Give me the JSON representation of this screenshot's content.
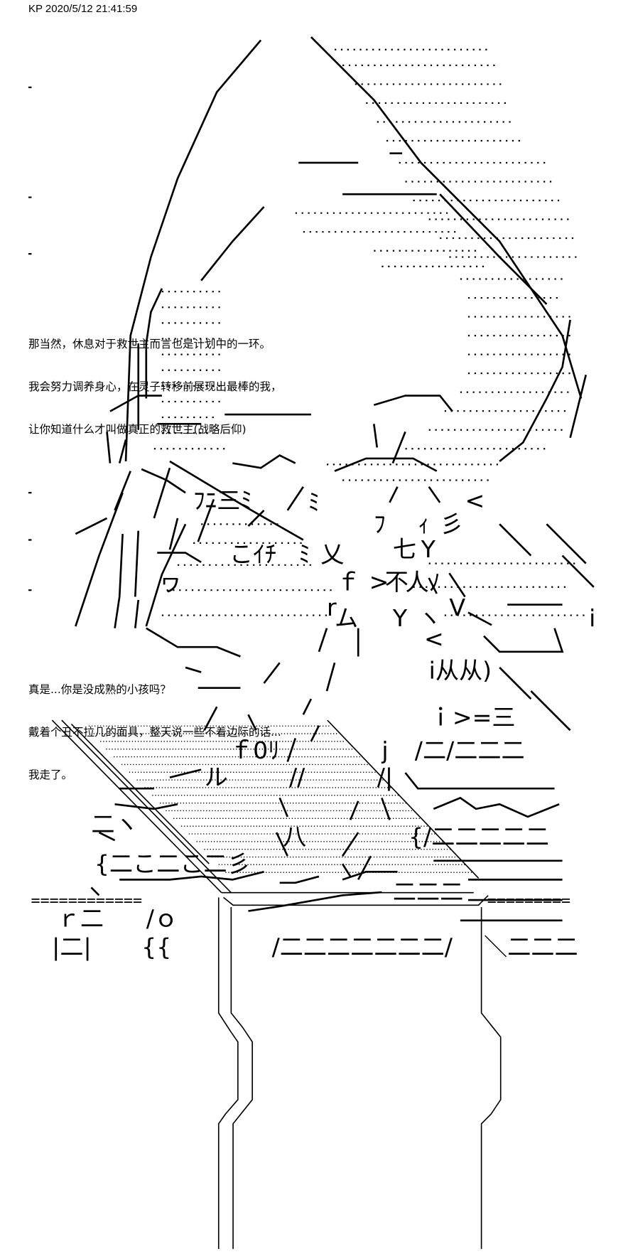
{
  "header": {
    "author": "KP",
    "timestamp": "2020/5/12 21:41:59"
  },
  "captions": {
    "first": [
      "那当然，休息对于救世主而言也是计划中的一环。",
      "我会努力调养身心，在灵子转移前展现出最棒的我，",
      "让你知道什么才叫做真正的救世主(战略后仰)"
    ],
    "second": [
      "真是...你是没成熟的小孩吗？",
      "戴着个丑不拉几的面具，整天说一些不着边际的话...",
      "我走了。"
    ]
  },
  "art": {
    "panel1_glyphs": [
      "ﾌﾆ三ﾐ",
      "ﾌ",
      "彡",
      "ｨ",
      "不",
      ">",
      "ム",
      "Y",
      "ヽ",
      "<",
      "i"
    ],
    "panel2_glyphs": [
      "ﾐ",
      "こｲﾁ",
      "ﾐ",
      "乂",
      "七",
      "ヮ",
      "ｆ",
      "人",
      "V",
      "r",
      "<",
      "i从从)",
      "ｉ>=三",
      "ｆ0ﾘ",
      "j",
      "/二/二二二",
      "ル",
      "//",
      "/|",
      "八",
      "{/二二二二二",
      "{二こ二こ二彡",
      "二二二",
      "ｒ二",
      "/ｏ",
      "|二|",
      "{{",
      "/二二二二二二二/",
      "＼二二二",
      "Y",
      "ﾉ",
      "二ヽ"
    ],
    "rail_left": "============",
    "rail_right": "========="
  }
}
